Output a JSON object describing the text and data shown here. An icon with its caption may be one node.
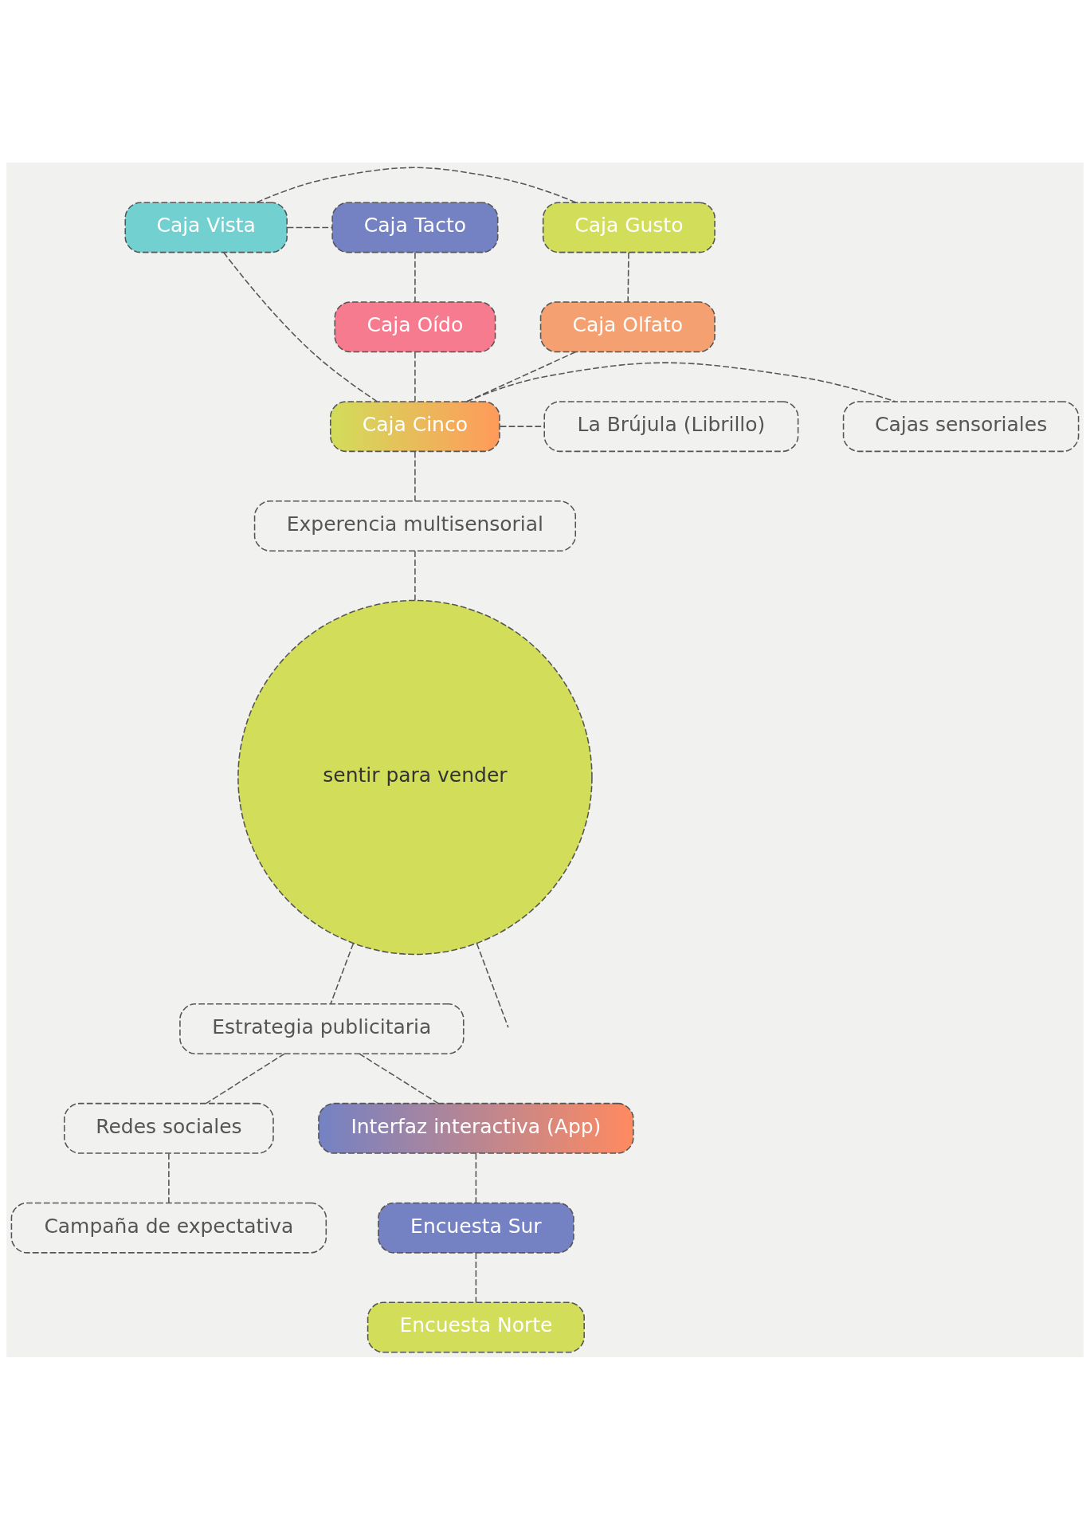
{
  "diagram": {
    "nodes": [
      {
        "text": [
          "Caja Gusto"
        ]
      },
      {
        "text": [
          "Caja Tacto"
        ]
      },
      {
        "text": [
          "Caja Vista"
        ]
      },
      {
        "text": [
          "Caja Olfato"
        ]
      },
      {
        "text": [
          "Caja Oído"
        ]
      },
      {
        "text": [
          "La Brújula (Librillo)"
        ]
      },
      {
        "text": [
          "Caja Cinco"
        ]
      },
      {
        "text": [
          "Cajas sensoriales"
        ]
      },
      {
        "text": [
          "Experencia multisensorial"
        ]
      },
      {
        "text": [
          "sentir para vender"
        ]
      },
      {
        "text": [
          "Estrategia publicitaria"
        ]
      },
      {
        "text": [
          "Redes sociales"
        ]
      },
      {
        "text": [
          "Interfaz interactiva (App)"
        ]
      },
      {
        "text": [
          "Campaña de expectativa"
        ]
      },
      {
        "text": [
          "Encuesta Sur"
        ]
      },
      {
        "text": [
          "Encuesta Norte"
        ]
      }
    ],
    "edges": [
      {
        "from": 0,
        "to": 3,
        "arrow": "none",
        "style": "dashed"
      },
      {
        "from": 1,
        "to": 4,
        "arrow": "none",
        "style": "dashed"
      },
      {
        "from": 2,
        "to": 0,
        "arrow": "none",
        "style": "dashed"
      },
      {
        "from": 2,
        "to": 1,
        "arrow": "none",
        "style": "dashed"
      },
      {
        "from": 3,
        "to": 6,
        "arrow": "none",
        "style": "dashed"
      },
      {
        "from": 4,
        "to": 6,
        "arrow": "none",
        "style": "dashed"
      },
      {
        "from": 2,
        "to": 6,
        "arrow": "none",
        "style": "dashed"
      },
      {
        "from": 6,
        "to": 5,
        "arrow": "none",
        "style": "dashed"
      },
      {
        "from": 6,
        "to": 7,
        "arrow": "none",
        "style": "dashed"
      },
      {
        "from": 6,
        "to": 8,
        "arrow": "none",
        "style": "dashed"
      },
      {
        "from": 8,
        "to": 9,
        "arrow": "none",
        "style": "dashed"
      },
      {
        "from": 9,
        "to": null,
        "arrow": "none",
        "style": "dashed"
      },
      {
        "from": 9,
        "to": 10,
        "arrow": "none",
        "style": "dashed"
      },
      {
        "from": 10,
        "to": 11,
        "arrow": "none",
        "style": "dashed"
      },
      {
        "from": 10,
        "to": 12,
        "arrow": "none",
        "style": "dashed"
      },
      {
        "from": 11,
        "to": 13,
        "arrow": "none",
        "style": "dashed"
      },
      {
        "from": 12,
        "to": 14,
        "arrow": "none",
        "style": "dashed"
      },
      {
        "from": 14,
        "to": 15,
        "arrow": "none",
        "style": "dashed"
      }
    ]
  }
}
